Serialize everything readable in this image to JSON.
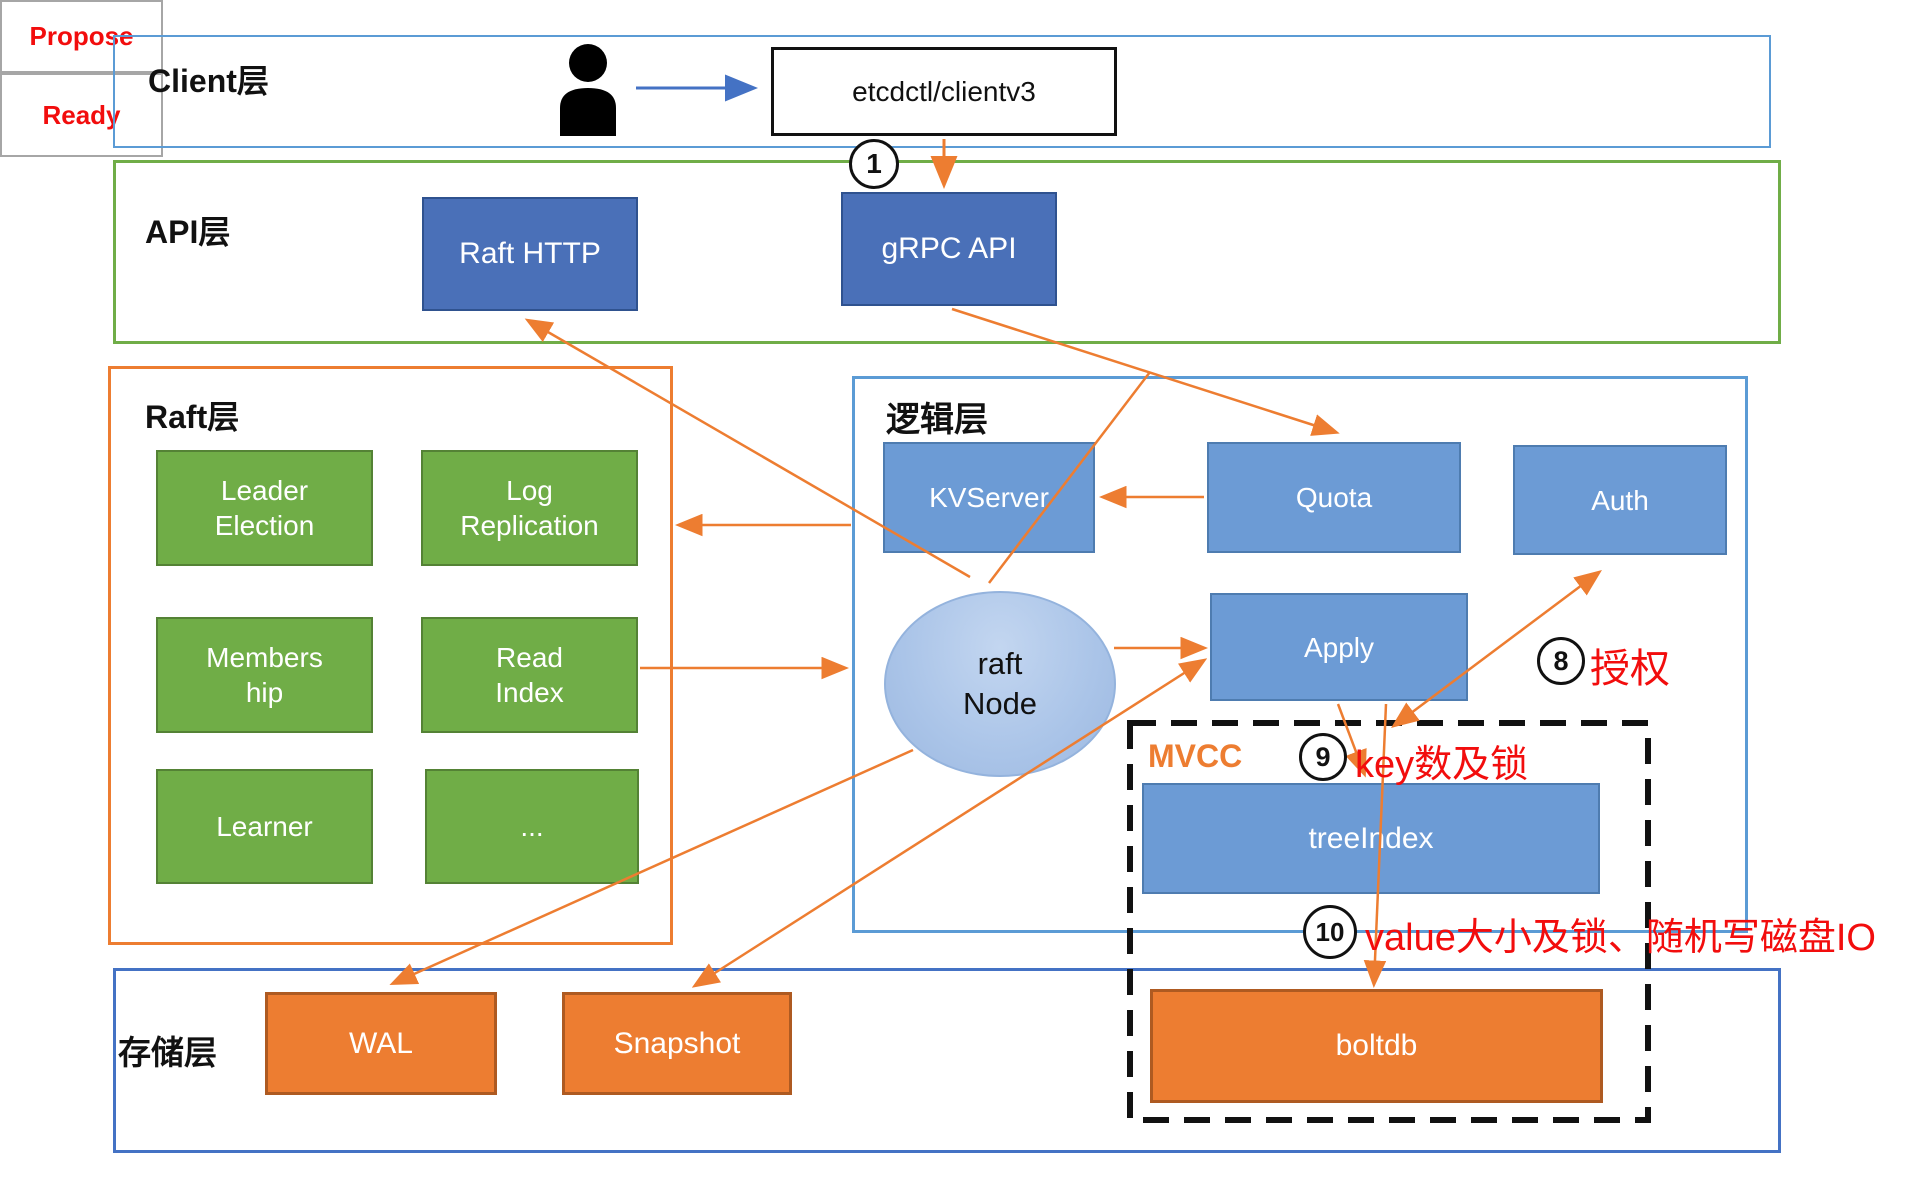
{
  "layers": {
    "client": {
      "label": "Client层"
    },
    "api": {
      "label": "API层"
    },
    "raft": {
      "label": "Raft层"
    },
    "logic": {
      "label": "逻辑层"
    },
    "storage": {
      "label": "存储层"
    }
  },
  "nodes": {
    "etcdctl": {
      "label": "etcdctl/clientv3"
    },
    "raft_http": {
      "label": "Raft HTTP"
    },
    "grpc_api": {
      "label": "gRPC API"
    },
    "leader_election": {
      "label": "Leader Election"
    },
    "log_replication": {
      "label": "Log Replication"
    },
    "membership": {
      "label": "Members hip"
    },
    "read_index": {
      "label": "Read Index"
    },
    "learner": {
      "label": "Learner"
    },
    "more": {
      "label": "..."
    },
    "kvserver": {
      "label": "KVServer"
    },
    "quota": {
      "label": "Quota"
    },
    "auth": {
      "label": "Auth"
    },
    "apply": {
      "label": "Apply"
    },
    "raft_node": {
      "line1": "raft",
      "line2": "Node"
    },
    "mvcc": {
      "label": "MVCC"
    },
    "treeindex": {
      "label": "treeIndex"
    },
    "wal": {
      "label": "WAL"
    },
    "snapshot": {
      "label": "Snapshot"
    },
    "boltdb": {
      "label": "boltdb"
    }
  },
  "annotations": {
    "propose": {
      "label": "Propose"
    },
    "ready": {
      "label": "Ready"
    },
    "step1": {
      "num": "1"
    },
    "step8": {
      "num": "8",
      "text": "授权"
    },
    "step9": {
      "num": "9",
      "text": "key数及锁"
    },
    "step10": {
      "num": "10",
      "text": "value大小及锁、随机写磁盘IO"
    }
  },
  "icons": {
    "user": "user-silhouette"
  },
  "colors": {
    "layer_client_border": "#5B9BD5",
    "layer_api_border": "#70AD47",
    "layer_raft_border": "#ED7D31",
    "layer_logic_border": "#5B9BD5",
    "layer_storage_border": "#4472C4",
    "dark_blue_fill": "#4a70b8",
    "mid_blue_fill": "#6C9BD5",
    "green_fill": "#70AD47",
    "orange_fill": "#ED7D31",
    "arrow_orange": "#ED7D31",
    "arrow_blue": "#4472C4",
    "annotation_red": "#F20D0D",
    "mvcc_dash": "#111111"
  }
}
